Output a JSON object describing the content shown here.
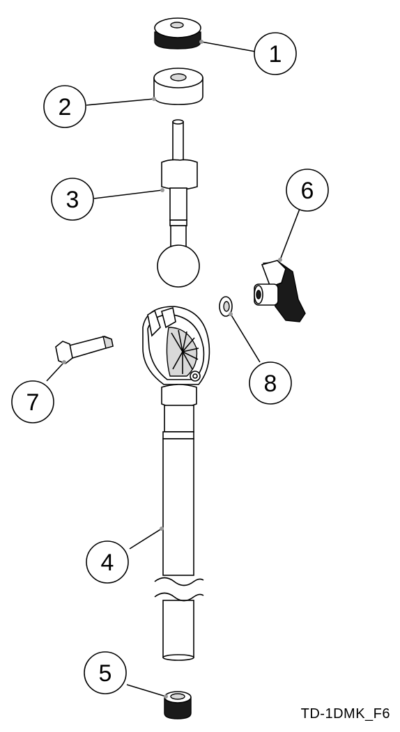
{
  "callouts": [
    {
      "id": "1",
      "label": "1"
    },
    {
      "id": "2",
      "label": "2"
    },
    {
      "id": "3",
      "label": "3"
    },
    {
      "id": "4",
      "label": "4"
    },
    {
      "id": "5",
      "label": "5"
    },
    {
      "id": "6",
      "label": "6"
    },
    {
      "id": "7",
      "label": "7"
    },
    {
      "id": "8",
      "label": "8"
    }
  ],
  "figure_id": "TD-1DMK_F6"
}
